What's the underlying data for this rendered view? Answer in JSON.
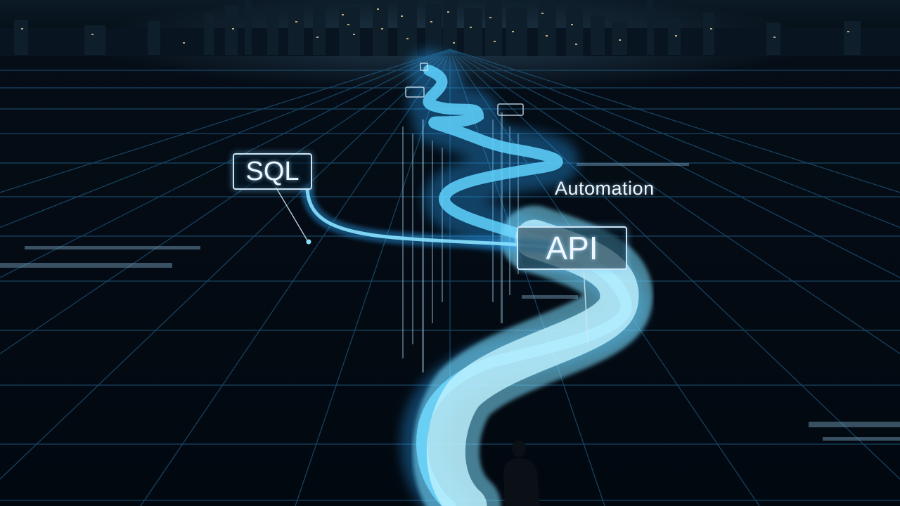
{
  "scene": {
    "description_tags": [
      "data-road",
      "grid-floor",
      "city-skyline",
      "person-silhouette"
    ],
    "colors": {
      "sky": "#061019",
      "grid": "#1e5a80",
      "road_glow": "#5fd2ff",
      "road_core": "#bff2ff",
      "text": "#eef6ff"
    }
  },
  "labels": {
    "sql": "SQL",
    "api": "API",
    "automation": "Automation"
  }
}
